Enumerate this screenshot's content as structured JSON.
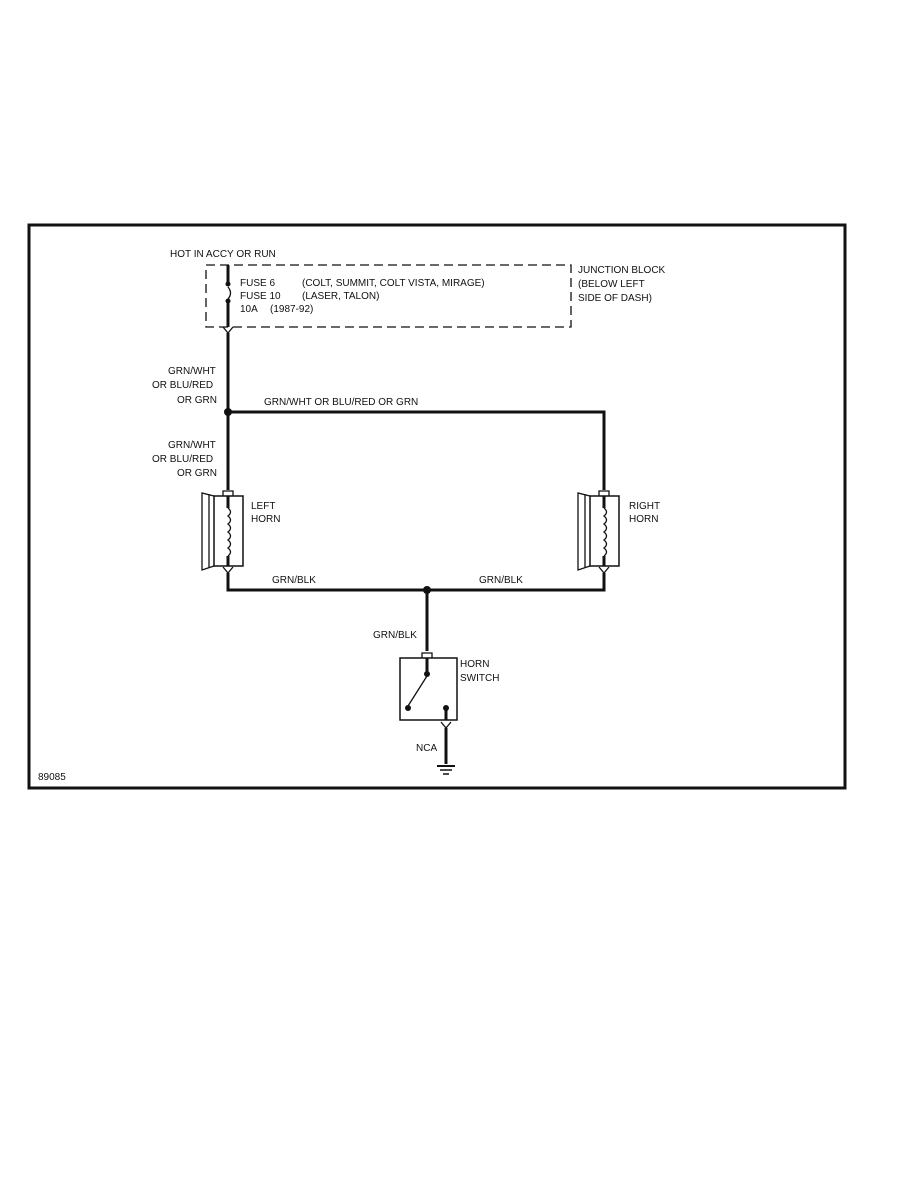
{
  "source": {
    "label": "HOT IN ACCY OR RUN"
  },
  "junction_block": {
    "fuse_6": "FUSE 6",
    "fuse_6_models": "(COLT, SUMMIT, COLT VISTA, MIRAGE)",
    "fuse_10": "FUSE 10",
    "fuse_10_models": "(LASER, TALON)",
    "rating": "10A",
    "years": "(1987-92)",
    "label_lines": [
      "JUNCTION BLOCK",
      "(BELOW LEFT",
      "SIDE OF DASH)"
    ]
  },
  "wires": {
    "feed_upper": [
      "GRN/WHT",
      "OR BLU/RED",
      "OR GRN"
    ],
    "right_branch": "GRN/WHT OR BLU/RED OR GRN",
    "feed_lower": [
      "GRN/WHT",
      "OR BLU/RED",
      "OR GRN"
    ],
    "ground_left": "GRN/BLK",
    "ground_right": "GRN/BLK",
    "to_switch": "GRN/BLK",
    "switch_ground": "NCA"
  },
  "left_horn": {
    "label_lines": [
      "LEFT",
      "HORN"
    ]
  },
  "right_horn": {
    "label_lines": [
      "RIGHT",
      "HORN"
    ]
  },
  "horn_switch": {
    "label_lines": [
      "HORN",
      "SWITCH"
    ]
  },
  "figure_id": "89085"
}
